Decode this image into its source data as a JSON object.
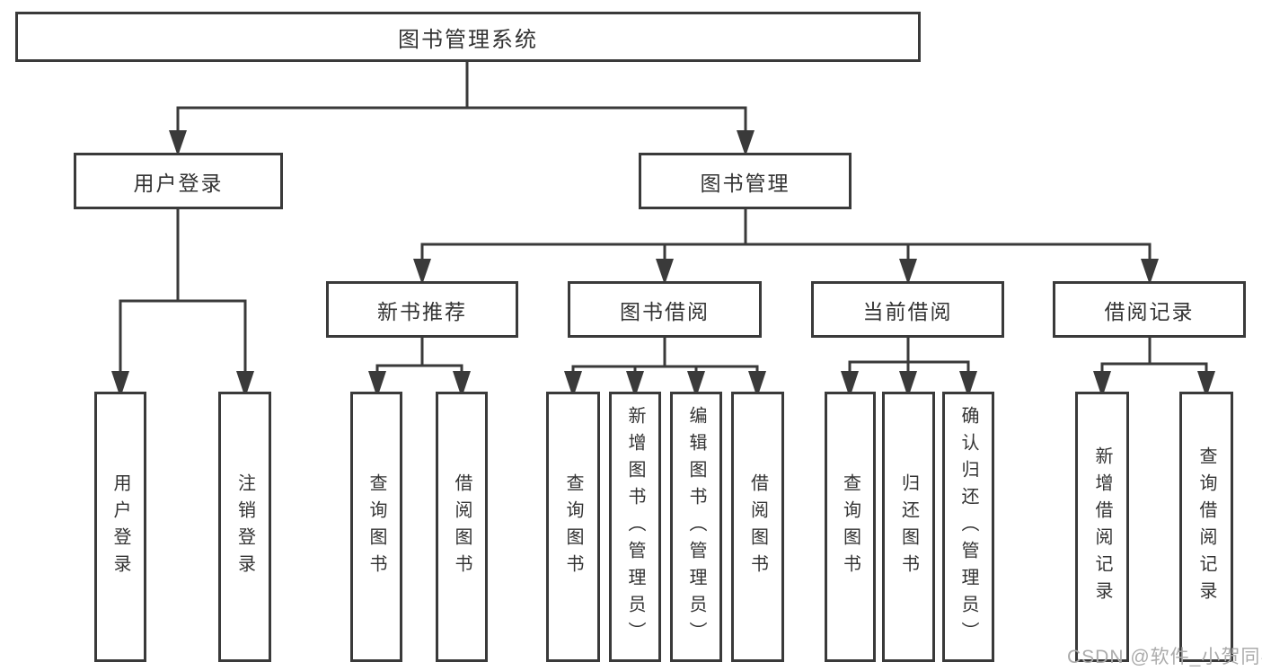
{
  "diagram": {
    "root": "图书管理系统",
    "branches": [
      {
        "label": "用户登录",
        "children": [
          "用户登录",
          "注销登录"
        ]
      },
      {
        "label": "图书管理",
        "children": [
          {
            "label": "新书推荐",
            "children": [
              "查询图书",
              "借阅图书"
            ]
          },
          {
            "label": "图书借阅",
            "children": [
              "查询图书",
              "新增图书（管理员）",
              "编辑图书（管理员）",
              "借阅图书"
            ]
          },
          {
            "label": "当前借阅",
            "children": [
              "查询图书",
              "归还图书",
              "确认归还（管理员）"
            ]
          },
          {
            "label": "借阅记录",
            "children": [
              "新增借阅记录",
              "查询借阅记录"
            ]
          }
        ]
      }
    ]
  },
  "watermark": "CSDN @软件_小贺同学",
  "colors": {
    "line": "#3a3a3a",
    "text": "#333333",
    "watermark": "#ababab",
    "background": "#ffffff"
  }
}
